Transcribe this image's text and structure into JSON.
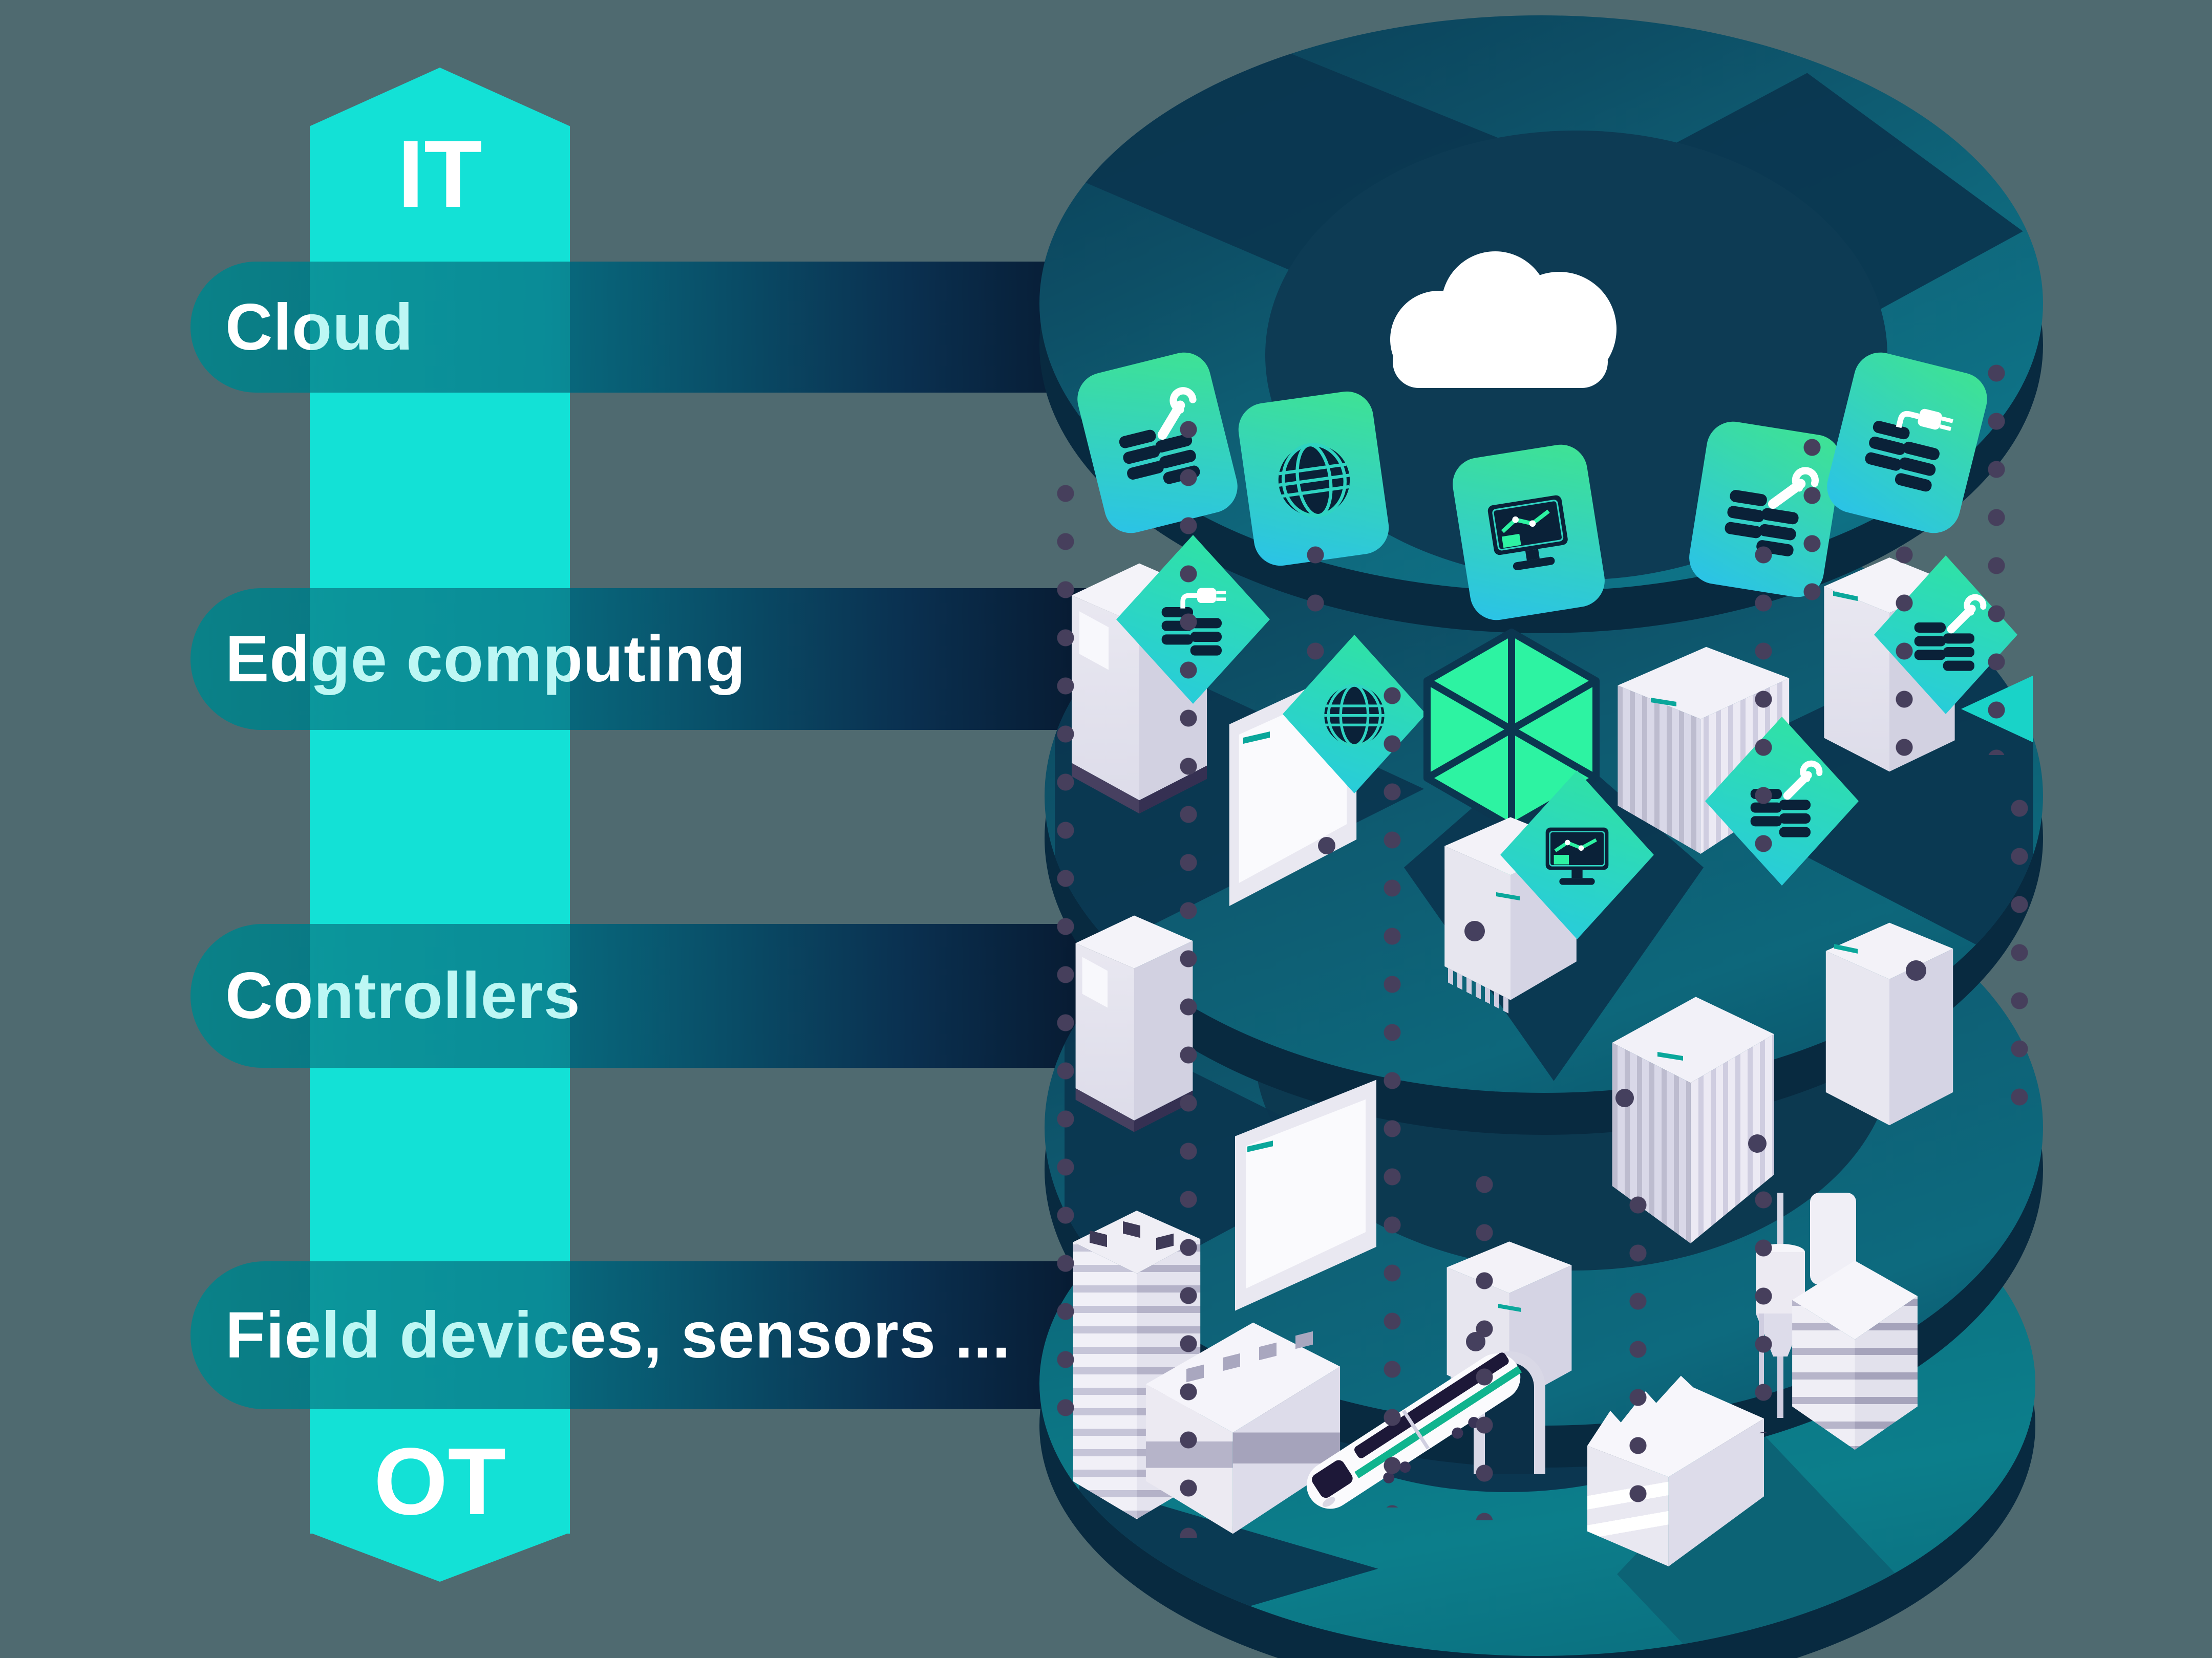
{
  "page": {
    "type": "infographic",
    "description": "IT to OT industrial automation stack: cloud, edge computing, controllers and field devices layers connected by dotted data lines"
  },
  "axis": {
    "top": "IT",
    "bottom": "OT"
  },
  "bars": [
    {
      "label": "Cloud"
    },
    {
      "label": "Edge computing"
    },
    {
      "label": "Controllers"
    },
    {
      "label": "Field devices, sensors ..."
    }
  ],
  "layers": [
    {
      "name": "cloud",
      "icons": [
        "database-wrench-tile",
        "globe-tile",
        "monitor-chart-tile",
        "database-wrench-tile",
        "database-plug-tile",
        "cloud-icon"
      ]
    },
    {
      "name": "edge-computing",
      "icons": [
        "server-cabinet",
        "database-plug-badge",
        "globe-badge",
        "panel-pc",
        "mesh-hexagon",
        "edge-plc",
        "monitor-chart-badge",
        "louvered-rack",
        "database-wrench-badge",
        "server-cabinet",
        "database-wrench-badge"
      ]
    },
    {
      "name": "controllers",
      "icons": [
        "server-cabinet",
        "hmi-panel",
        "plc-controller",
        "louvered-rack",
        "controller-box"
      ]
    },
    {
      "name": "field-devices",
      "icons": [
        "skyscraper",
        "office-building",
        "tunnel",
        "train",
        "factory",
        "process-sensor",
        "warehouse"
      ]
    }
  ],
  "colors": {
    "background": "#4f6a70",
    "arrow_cyan": "#13e1d6",
    "bar_teal": "#0a8288",
    "bar_navy": "#071a31",
    "disc_teal": "#0e6479",
    "disc_bright_teal": "#0c7e8b",
    "disc_dark_navy": "#0b3650",
    "dot_purple": "#463f5c",
    "tile_green": "#3fe392",
    "tile_cyan": "#2ac2e9",
    "glyph_navy": "#0a2138",
    "device_light": "#ececf3",
    "device_mid": "#d3d2e2",
    "mesh_green": "#2df3a2",
    "train_stripe": "#10b48e",
    "text_white": "#ffffff"
  }
}
